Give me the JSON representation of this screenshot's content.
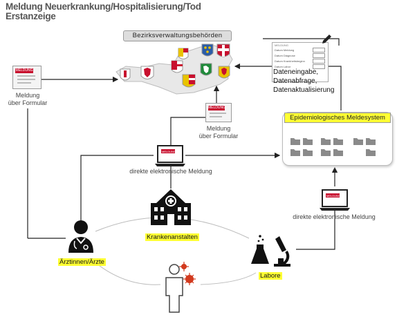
{
  "header": {
    "title_line1": "Meldung Neuerkrankung/Hospitalisierung/Tod",
    "title_line2": "Erstanzeige"
  },
  "authorities": {
    "label": "Bezirksverwaltungsbehörden"
  },
  "system": {
    "label": "Epidemiologisches Meldesystem"
  },
  "form_doc": {
    "tag": "MELDUNG",
    "fields": [
      "Datum Meldung",
      "Datum Diagnose",
      "Datum Krankheitsbeginn",
      "Datum Labor"
    ]
  },
  "data_ops": {
    "line1": "Dateneingabe,",
    "line2": "Datenabfrage,",
    "line3": "Datenaktualisierung"
  },
  "paper_form_left": {
    "tag": "MELDUNG",
    "label_line1": "Meldung",
    "label_line2": "über Formular"
  },
  "paper_form_mid": {
    "tag": "MELDUNG",
    "label_line1": "Meldung",
    "label_line2": "über Formular"
  },
  "laptop_mid": {
    "tag": "MELDUNG",
    "label": "direkte elektronische Meldung"
  },
  "laptop_right": {
    "tag": "MELDUNG",
    "label": "direkte elektronische Meldung"
  },
  "actors": {
    "doctors": "Ärztinnen/Ärzte",
    "hospitals": "Krankenanstalten",
    "labs": "Labore"
  },
  "colors": {
    "highlight": "#ffff33",
    "accent_red": "#c8102e",
    "virus_red": "#d23a1e"
  }
}
